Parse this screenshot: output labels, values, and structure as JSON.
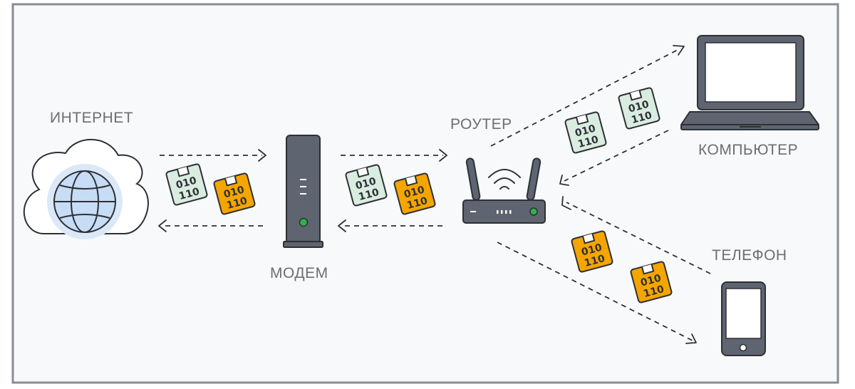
{
  "labels": {
    "internet": "ИНТЕРНЕТ",
    "modem": "МОДЕМ",
    "router": "РОУТЕР",
    "computer": "КОМПЬЮТЕР",
    "phone": "ТЕЛЕФОН"
  },
  "packet": {
    "line1": "010",
    "line2": "110"
  },
  "colors": {
    "frame": "#8a8d91",
    "background": "#f8f9fa",
    "device": "#5e6570",
    "packet_green": "#d9ece0",
    "packet_orange": "#f5a500",
    "globe_fill": "#c7dcf5",
    "status_led": "#2db34a"
  }
}
